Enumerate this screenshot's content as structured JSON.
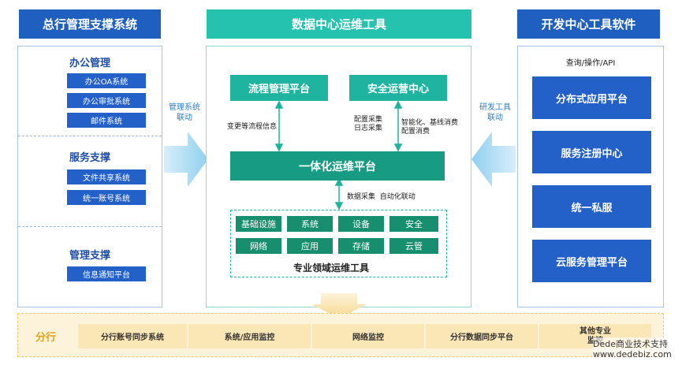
{
  "left": {
    "header": "总行管理支撑系统",
    "sections": [
      {
        "title": "办公管理",
        "items": [
          "办公OA系统",
          "办公审批系统",
          "邮件系统"
        ]
      },
      {
        "title": "服务支撑",
        "items": [
          "文件共享系统",
          "统一账号系统"
        ]
      },
      {
        "title": "管理支撑",
        "items": [
          "信息通知平台"
        ]
      }
    ],
    "arrow_label": "管理系统\n联动"
  },
  "center": {
    "header": "数据中心运维工具",
    "top_left_box": "流程管理平台",
    "top_right_box": "安全运营中心",
    "note_left": "变更等流程信息",
    "note_mid": "配置采集\n日志采集",
    "note_right": "智能化、基线消费\n配置消费",
    "main_box": "一体化运维平台",
    "note_bottom": "数据采集  自动化联动",
    "domain_cells": [
      "基础设施",
      "系统",
      "设备",
      "安全",
      "网络",
      "应用",
      "存储",
      "云管"
    ],
    "domain_label": "专业领域运维工具"
  },
  "right": {
    "header": "开发中心工具软件",
    "subtitle": "查询/操作/API",
    "items": [
      "分布式应用平台",
      "服务注册中心",
      "统一私服",
      "云服务管理平台"
    ],
    "arrow_label": "研发工具\n联动"
  },
  "bottom": {
    "label": "分行",
    "items": [
      "分行账号同步系统",
      "系统/应用监控",
      "网络监控",
      "分行数据同步平台",
      "其他专业\n监控"
    ]
  },
  "watermark": {
    "line1": "Dede商业技术支持",
    "line2": "www.dedebiz.com"
  },
  "colors": {
    "blue": "#2360c8",
    "header_blue": "#1f5fbf",
    "teal": "#1fb49f",
    "teal_header": "#25c2b0",
    "green": "#178f6f",
    "orange_text": "#e8a317",
    "yellow_bg": "#fdf3da"
  }
}
